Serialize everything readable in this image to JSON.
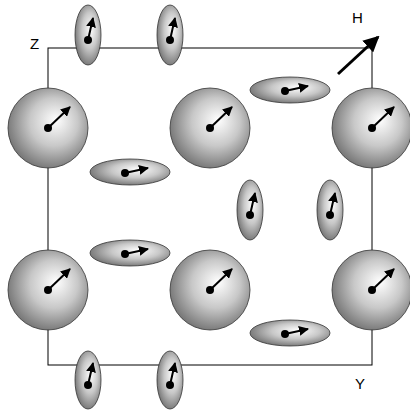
{
  "diagram": {
    "labels": [
      "Z",
      "H",
      "Y"
    ]
  }
}
